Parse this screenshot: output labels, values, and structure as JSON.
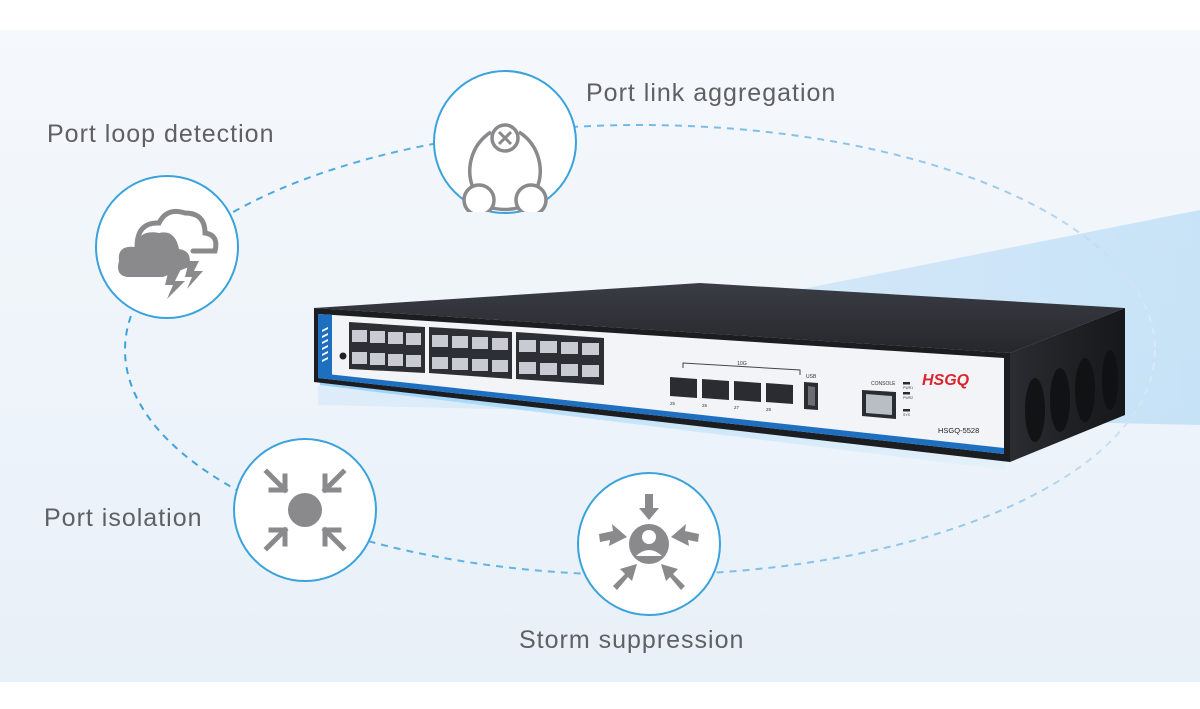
{
  "features": [
    {
      "label": "Port link aggregation",
      "icon": "link-aggregation-icon"
    },
    {
      "label": "Port loop detection",
      "icon": "loop-detection-icon"
    },
    {
      "label": "Port isolation",
      "icon": "isolation-icon"
    },
    {
      "label": "Storm suppression",
      "icon": "storm-suppression-icon"
    }
  ],
  "device": {
    "brand": "HSGQ",
    "model": "HSGQ-5528",
    "console_label": "CONSOLE",
    "usb_label": "USB",
    "sfp_group_label": "10G",
    "led_labels": [
      "PWR1",
      "PWR2",
      "SYS"
    ],
    "sfp_port_numbers": [
      "25",
      "26",
      "27",
      "28"
    ]
  },
  "colors": {
    "accent": "#3aa2dc",
    "icon_gray": "#8a8a8c",
    "brand_red": "#d9252b",
    "panel_blue": "#1f6fc0"
  }
}
